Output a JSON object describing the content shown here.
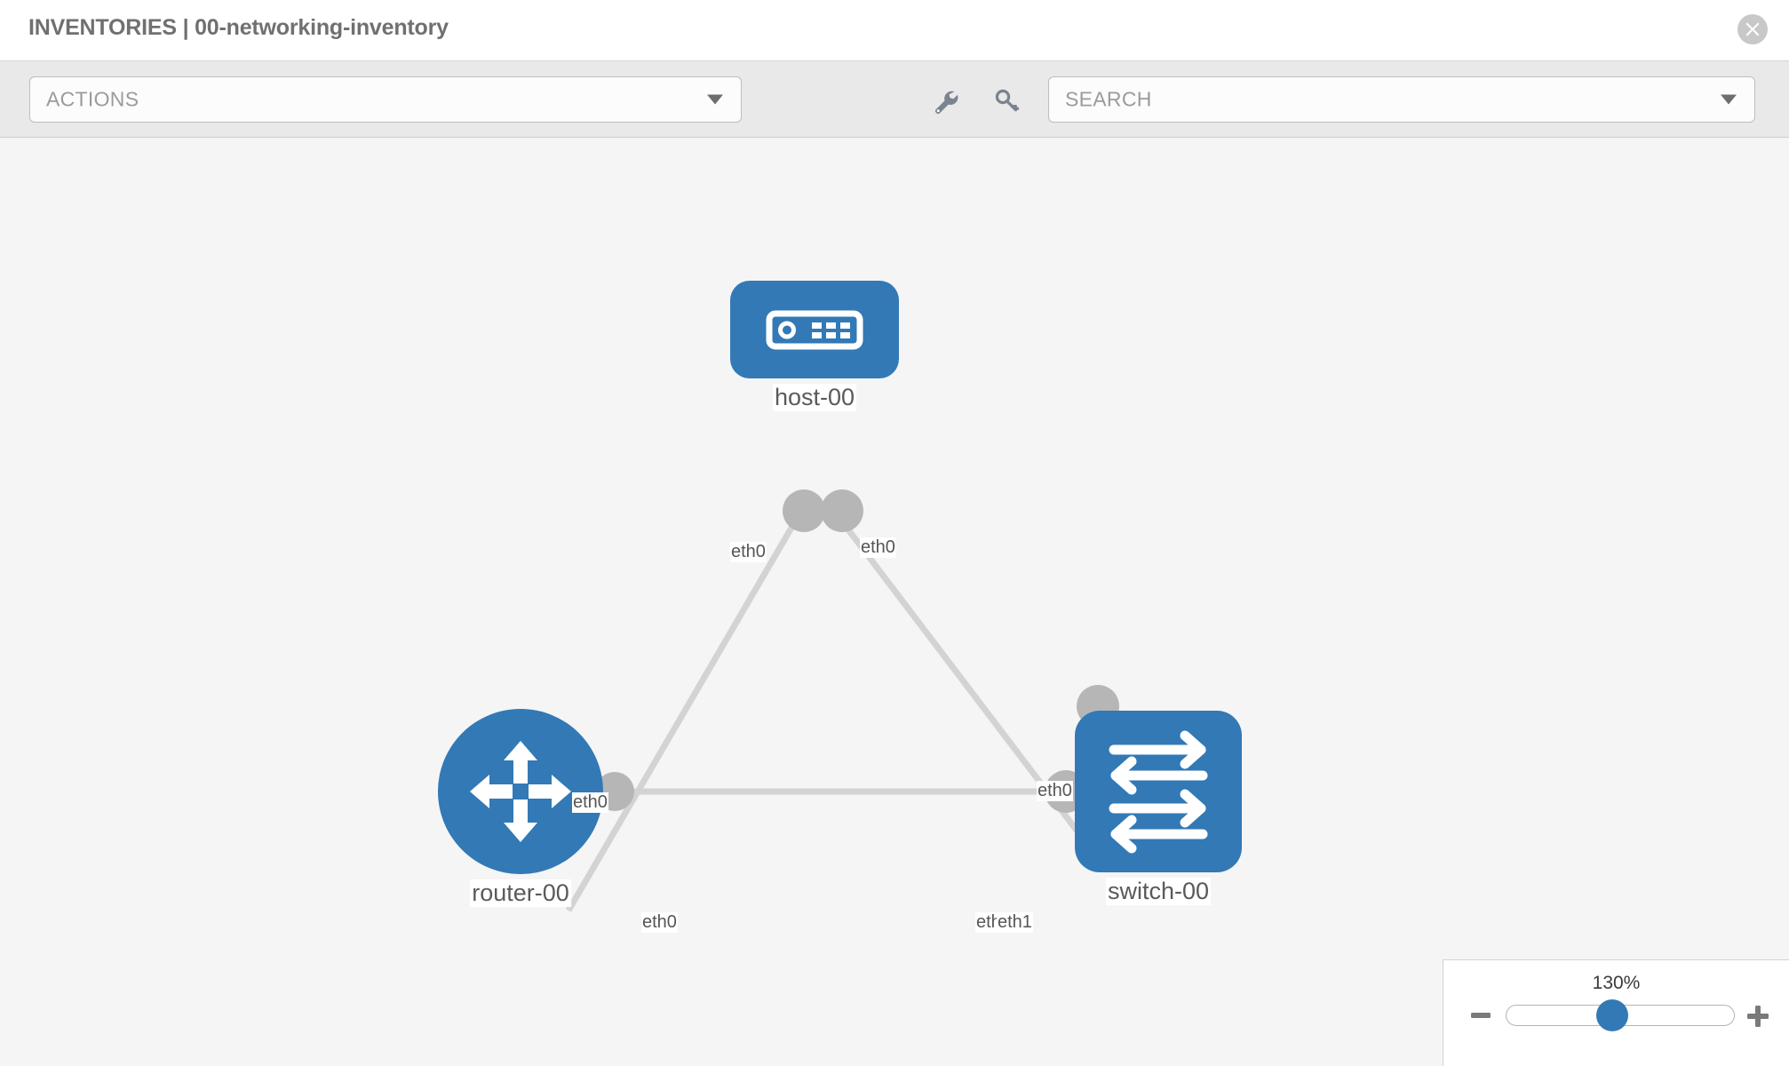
{
  "header": {
    "title": "INVENTORIES | 00-networking-inventory",
    "close_label": "close-icon"
  },
  "toolbar": {
    "actions_value": "ACTIONS",
    "search_placeholder": "SEARCH",
    "wrench_tooltip": "wrench-icon",
    "key_tooltip": "key-icon"
  },
  "topology": {
    "nodes": [
      {
        "id": "host-00",
        "label": "host-00",
        "type": "host"
      },
      {
        "id": "router-00",
        "label": "router-00",
        "type": "router"
      },
      {
        "id": "switch-00",
        "label": "switch-00",
        "type": "switch"
      }
    ],
    "edges": [
      {
        "from": "host-00",
        "to": "router-00",
        "from_label": "eth0",
        "to_label": "eth0"
      },
      {
        "from": "host-00",
        "to": "switch-00",
        "from_label": "eth0",
        "to_label": "eth0"
      },
      {
        "from": "router-00",
        "to": "switch-00",
        "from_label": "eth0",
        "to_label": "eth1"
      }
    ],
    "interface_labels": {
      "host_left": "eth0",
      "host_right": "eth0",
      "router_up": "eth0",
      "switch_up": "eth0",
      "router_right": "eth0",
      "switch_left_a": "eth",
      "switch_left_b": "eth1"
    }
  },
  "zoom": {
    "level": "130%",
    "minus_label": "−",
    "plus_label": "+"
  },
  "colors": {
    "node_blue": "#3279b6",
    "canvas_bg": "#f5f5f5",
    "toolbar_bg": "#e9e9e9",
    "edge_gray": "#d3d3d3",
    "endpoint_gray": "#b6b6b6"
  }
}
